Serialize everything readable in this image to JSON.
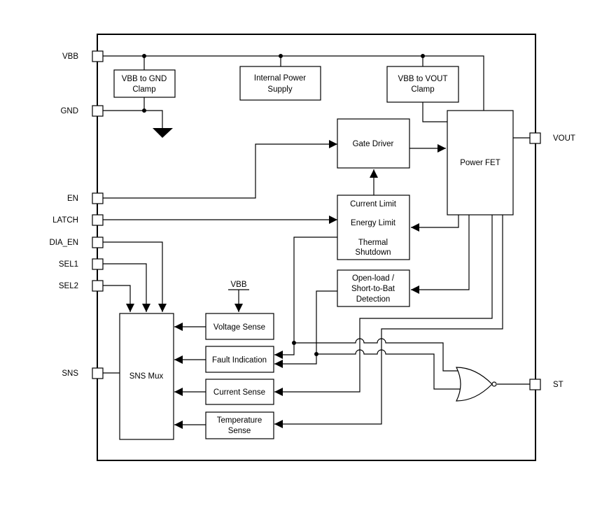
{
  "pins": {
    "vbb": "VBB",
    "gnd": "GND",
    "en": "EN",
    "latch": "LATCH",
    "dia_en": "DIA_EN",
    "sel1": "SEL1",
    "sel2": "SEL2",
    "sns": "SNS",
    "vout": "VOUT",
    "st": "ST"
  },
  "blocks": {
    "vbb_gnd_clamp": [
      "VBB to GND",
      "Clamp"
    ],
    "internal_power_supply": [
      "Internal Power",
      "Supply"
    ],
    "vbb_vout_clamp": [
      "VBB to VOUT",
      "Clamp"
    ],
    "gate_driver": "Gate Driver",
    "power_fet": "Power FET",
    "protection": {
      "current_limit": "Current Limit",
      "energy_limit": "Energy Limit",
      "thermal_shutdown": [
        "Thermal",
        "Shutdown"
      ]
    },
    "open_load": [
      "Open-load /",
      "Short-to-Bat",
      "Detection"
    ],
    "sns_mux": "SNS Mux",
    "voltage_sense": "Voltage Sense",
    "fault_indication": "Fault Indication",
    "current_sense": "Current Sense",
    "temperature_sense": [
      "Temperature",
      "Sense"
    ],
    "vbb_ref": "VBB"
  }
}
